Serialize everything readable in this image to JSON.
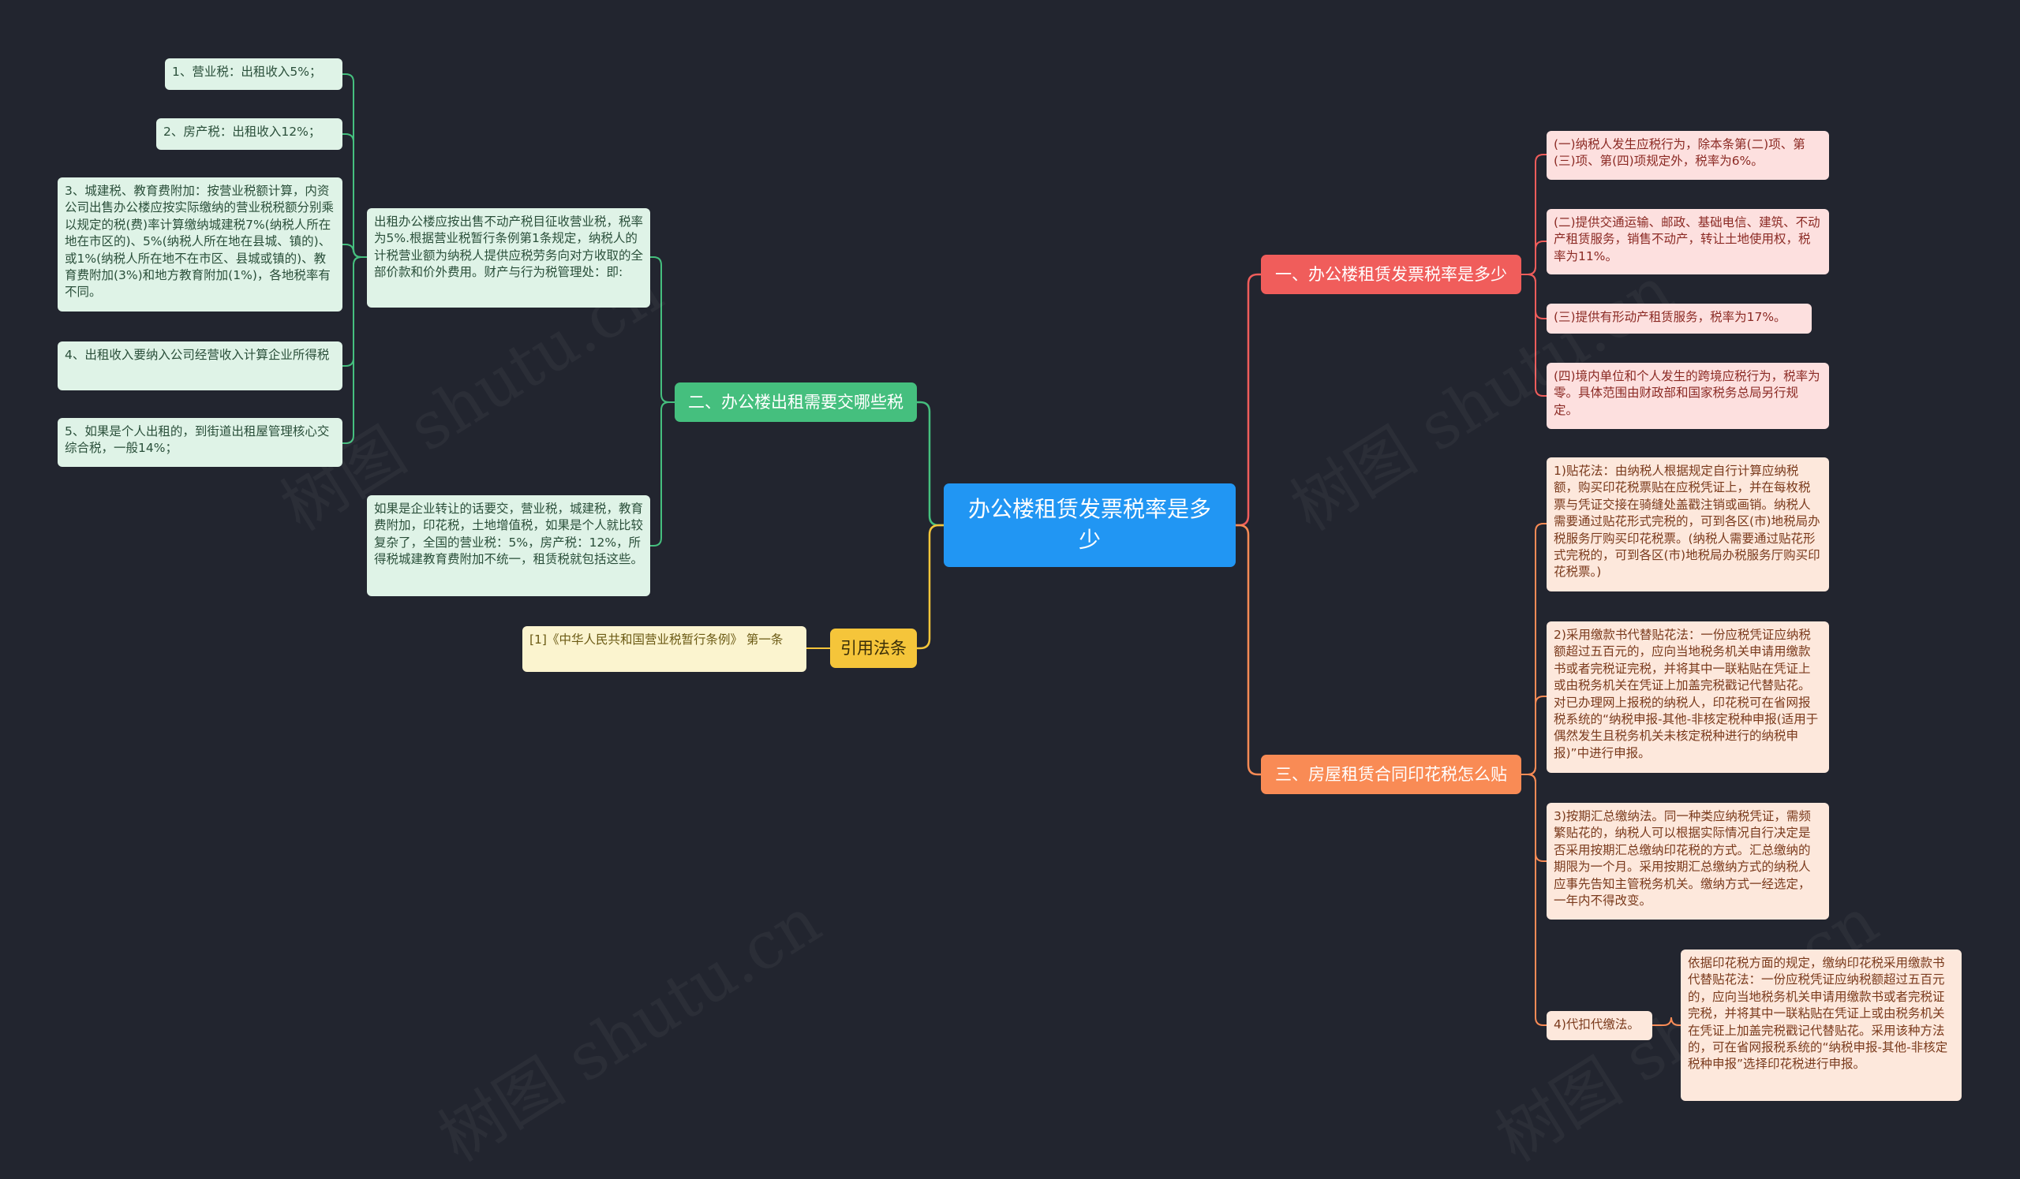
{
  "watermark": "树图 shutu.cn",
  "colors": {
    "background": "#22252f",
    "root": "#2196f3",
    "branch_red": "#f05d5b",
    "branch_orange": "#f98b55",
    "branch_green": "#45bf7e",
    "branch_yellow": "#f5c53a"
  },
  "root": {
    "label": "办公楼租赁发票税率是多少"
  },
  "branch1": {
    "label": "一、办公楼租赁发票税率是多少",
    "leaves": [
      "(一)纳税人发生应税行为，除本条第(二)项、第(三)项、第(四)项规定外，税率为6%。",
      "(二)提供交通运输、邮政、基础电信、建筑、不动产租赁服务，销售不动产，转让土地使用权，税率为11%。",
      "(三)提供有形动产租赁服务，税率为17%。",
      "(四)境内单位和个人发生的跨境应税行为，税率为零。具体范围由财政部和国家税务总局另行规定。"
    ]
  },
  "branch3": {
    "label": "三、房屋租赁合同印花税怎么贴",
    "leaves": [
      "1)贴花法：由纳税人根据规定自行计算应纳税额，购买印花税票贴在应税凭证上，并在每枚税票与凭证交接在骑缝处盖戳注销或画销。纳税人需要通过贴花形式完税的，可到各区(市)地税局办税服务厅购买印花税票。(纳税人需要通过贴花形式完税的，可到各区(市)地税局办税服务厅购买印花税票。)",
      "2)采用缴款书代替贴花法：一份应税凭证应纳税额超过五百元的，应向当地税务机关申请用缴款书或者完税证完税，并将其中一联粘贴在凭证上或由税务机关在凭证上加盖完税戳记代替贴花。对已办理网上报税的纳税人，印花税可在省网报税系统的“纳税申报-其他-非核定税种申报(适用于偶然发生且税务机关未核定税种进行的纳税申报)”中进行申报。",
      "3)按期汇总缴纳法。同一种类应纳税凭证，需频繁贴花的，纳税人可以根据实际情况自行决定是否采用按期汇总缴纳印花税的方式。汇总缴纳的期限为一个月。采用按期汇总缴纳方式的纳税人应事先告知主管税务机关。缴纳方式一经选定，一年内不得改变。",
      "4)代扣代缴法。"
    ],
    "subleaf": "依据印花税方面的规定，缴纳印花税采用缴款书代替贴花法：一份应税凭证应纳税额超过五百元的，应向当地税务机关申请用缴款书或者完税证完税，并将其中一联粘贴在凭证上或由税务机关在凭证上加盖完税戳记代替贴花。采用该种方法的，可在省网报税系统的“纳税申报-其他-非核定税种申报”选择印花税进行申报。"
  },
  "branch2": {
    "label": "二、办公楼出租需要交哪些税",
    "leaves": [
      "出租办公楼应按出售不动产税目征收营业税，税率为5%.根据营业税暂行条例第1条规定，纳税人的计税营业额为纳税人提供应税劳务向对方收取的全部价款和价外费用。财产与行为税管理处：即:",
      "如果是企业转让的话要交，营业税，城建税，教育费附加，印花税，土地增值税，如果是个人就比较复杂了，全国的营业税：5%，房产税：12%，所得税城建教育费附加不统一，租赁税就包括这些。"
    ],
    "subleaves": [
      "1、营业税：出租收入5%；",
      "2、房产税：出租收入12%；",
      "3、城建税、教育费附加：按营业税额计算，内资公司出售办公楼应按实际缴纳的营业税税额分别乘以规定的税(费)率计算缴纳城建税7%(纳税人所在地在市区的)、5%(纳税人所在地在县城、镇的)、或1%(纳税人所在地不在市区、县城或镇的)、教育费附加(3%)和地方教育附加(1%)，各地税率有不同。",
      "4、出租收入要纳入公司经营收入计算企业所得税",
      "5、如果是个人出租的，到街道出租屋管理核心交综合税，一般14%；"
    ]
  },
  "branch4": {
    "label": "引用法条",
    "leaves": [
      "[1]《中华人民共和国营业税暂行条例》 第一条"
    ]
  }
}
